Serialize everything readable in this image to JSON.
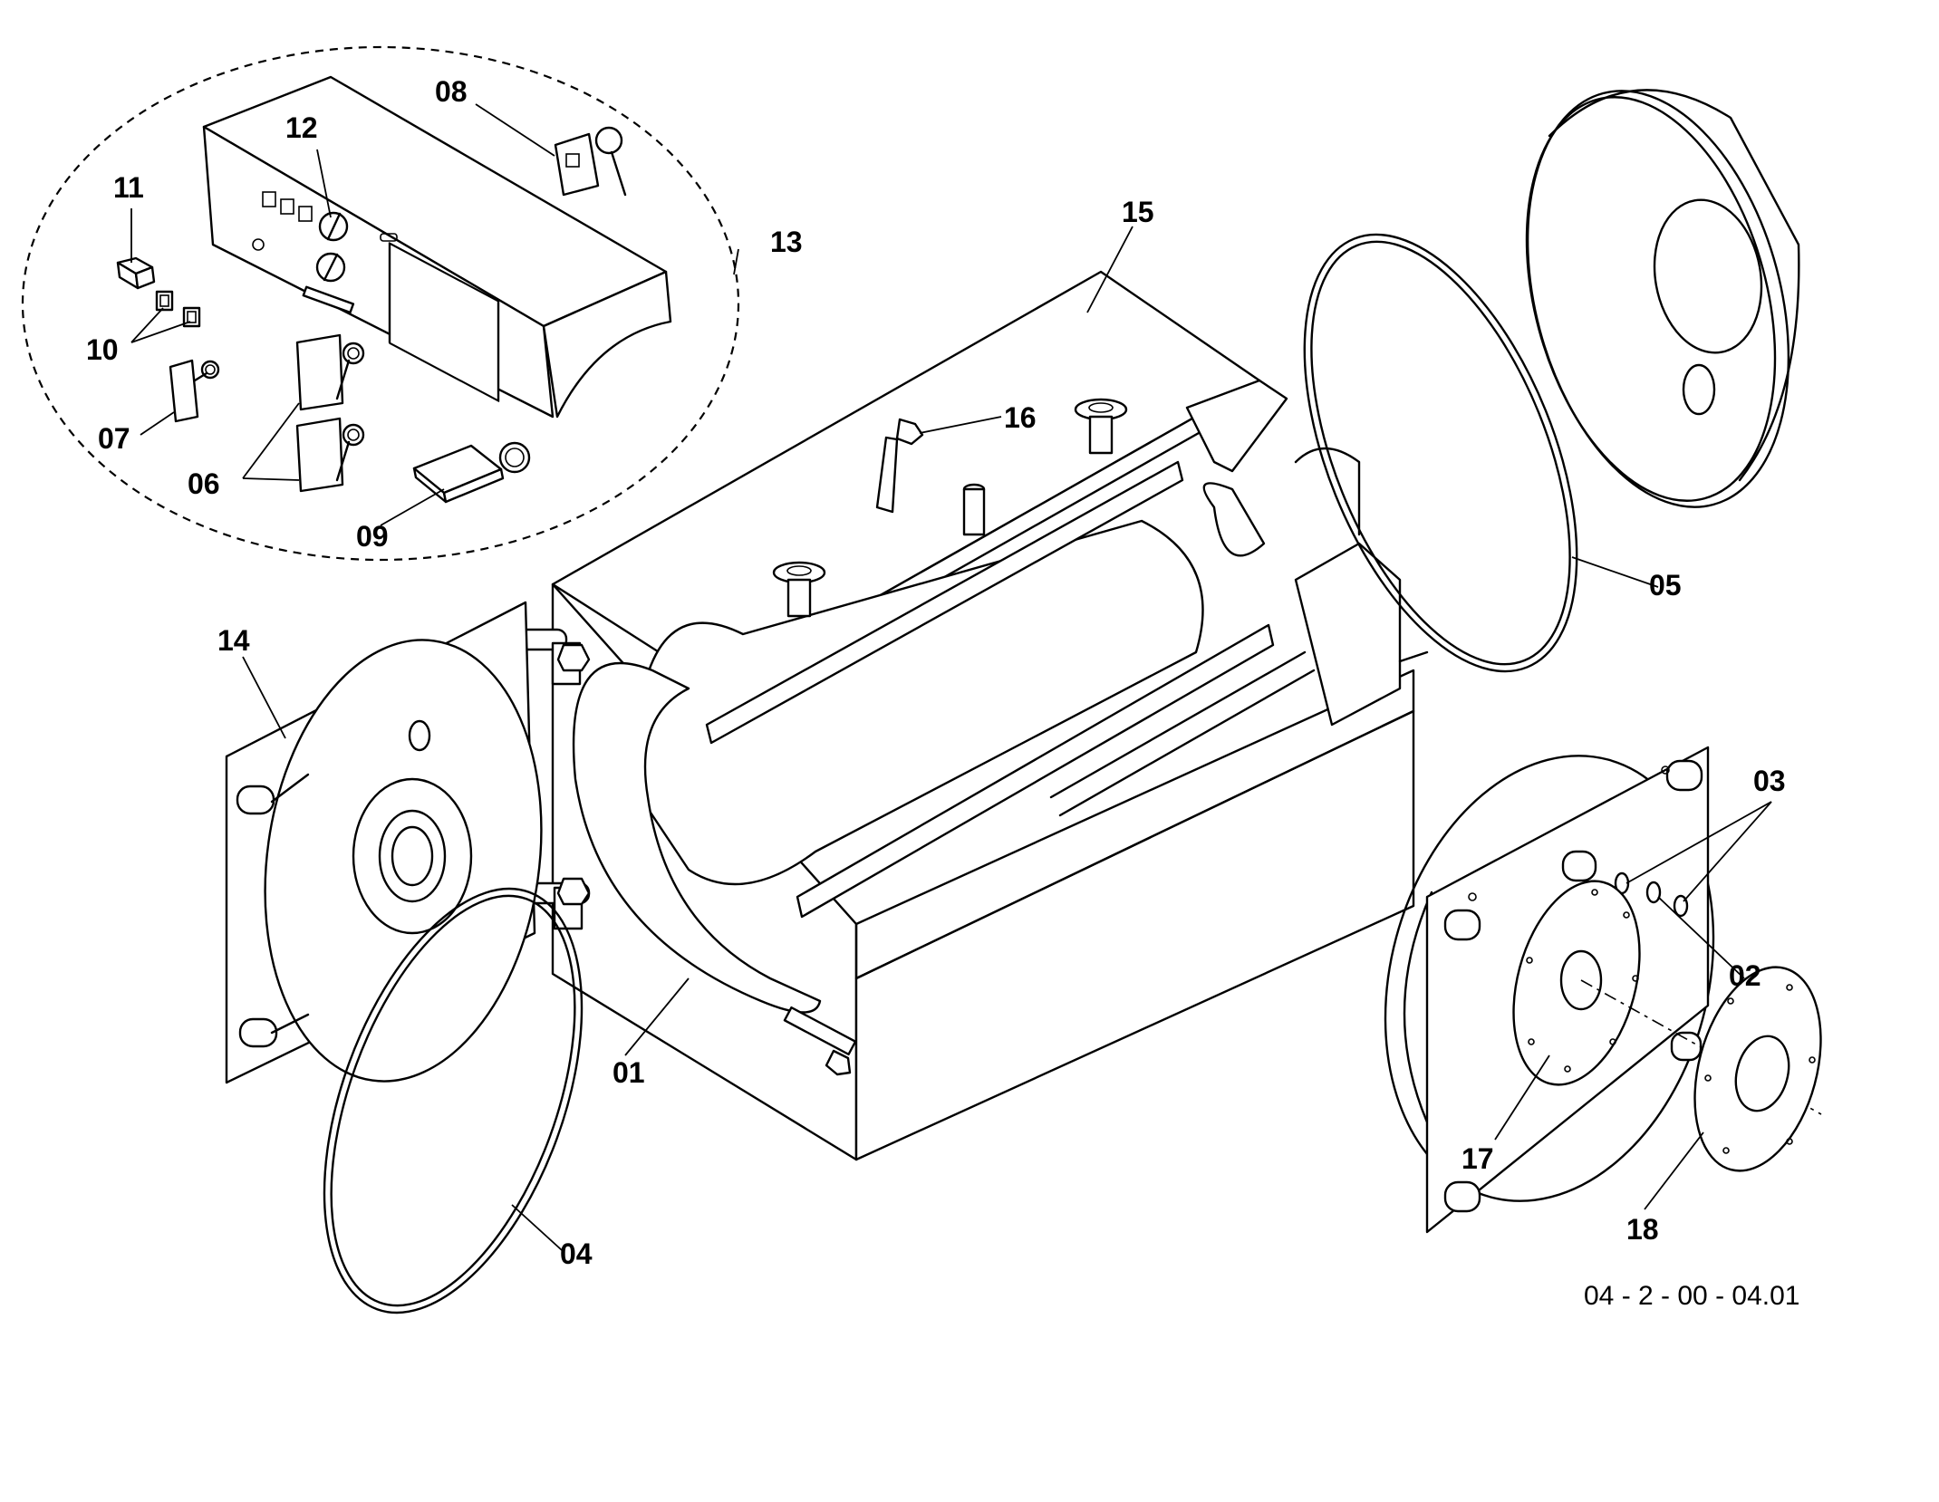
{
  "labels": {
    "p01": "01",
    "p02": "02",
    "p03": "03",
    "p04": "04",
    "p05": "05",
    "p06": "06",
    "p07": "07",
    "p08": "08",
    "p09": "09",
    "p10": "10",
    "p11": "11",
    "p12": "12",
    "p13": "13",
    "p14": "14",
    "p15": "15",
    "p16": "16",
    "p17": "17",
    "p18": "18"
  },
  "drawing_reference": "04 - 2 - 00 - 04.01"
}
